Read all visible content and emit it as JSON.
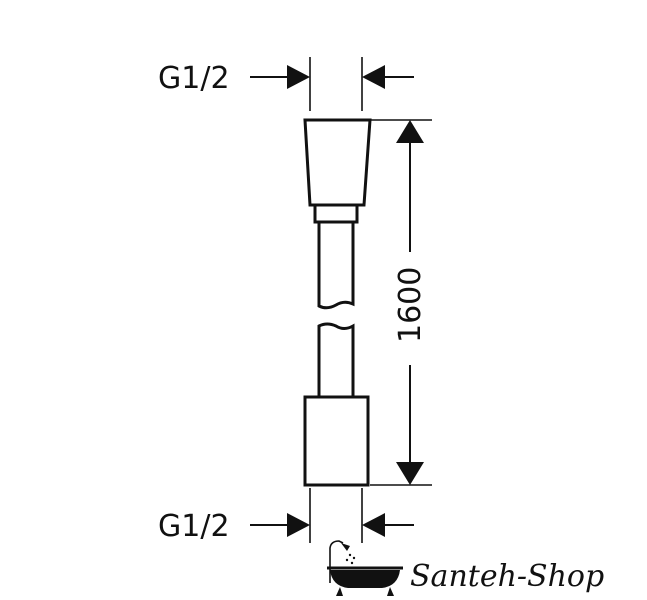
{
  "dimensions": {
    "top_thread_label": "G1/2",
    "bottom_thread_label": "G1/2",
    "length_label": "1600"
  },
  "watermark": {
    "brand": "Santeh-Shop",
    "icon": "bathtub-shower-icon"
  },
  "colors": {
    "ink": "#111111",
    "background": "#ffffff"
  }
}
